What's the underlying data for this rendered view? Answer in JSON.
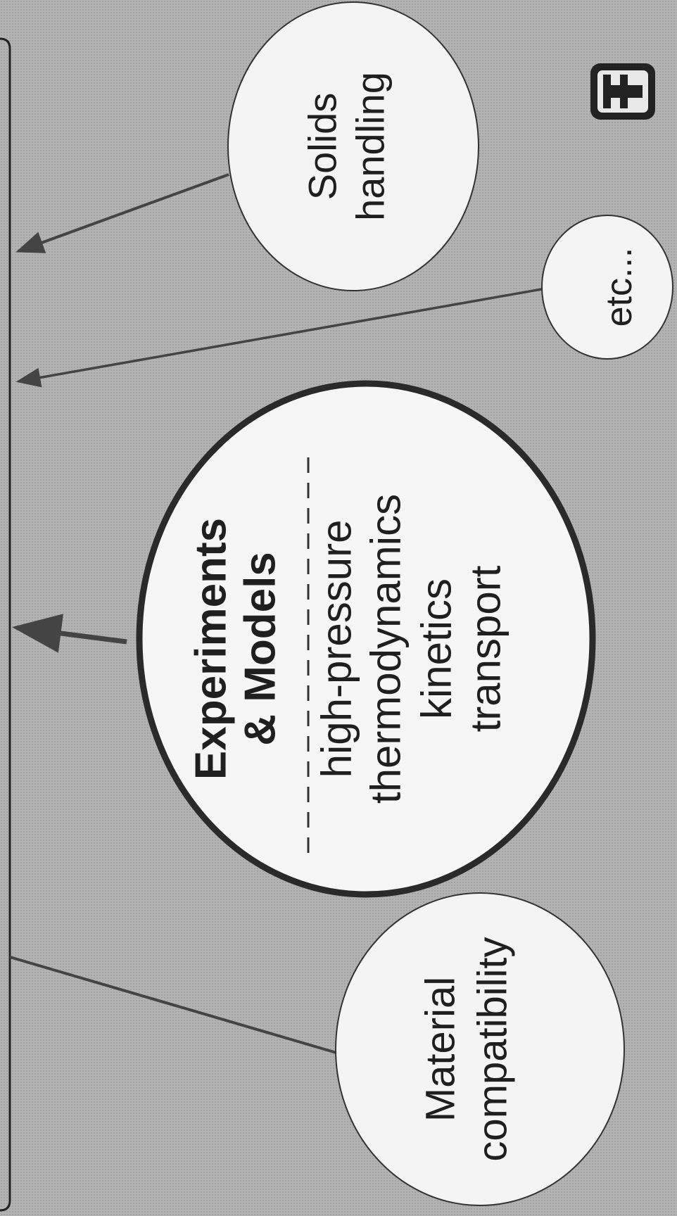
{
  "bubbles": {
    "solids": {
      "line1": "Solids",
      "line2": "handling"
    },
    "etc": {
      "label": "etc..."
    },
    "experiments": {
      "title1": "Experiments",
      "title2": "& Models",
      "items": [
        "high-pressure",
        "thermodynamics",
        "kinetics",
        "transport"
      ]
    },
    "material": {
      "line1": "Material",
      "line2": "compatibility"
    }
  },
  "logo": {
    "name": "organization-logo"
  },
  "colors": {
    "background": "#b3b3b3",
    "bubble_fill": "#f4f4f4",
    "stroke": "#333333"
  }
}
